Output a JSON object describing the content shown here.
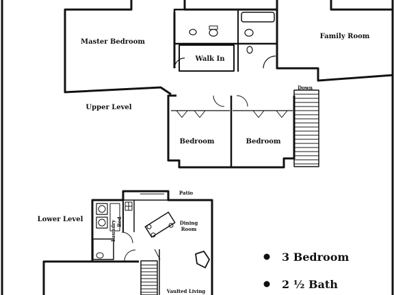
{
  "labels": {
    "master_bedroom": "Master Bedroom",
    "walk_in": "Walk In",
    "family_room": "Family Room",
    "down": "Down",
    "upper_level": "Upper Level",
    "bedroom_1": "Bedroom",
    "bedroom_2": "Bedroom",
    "patio": "Patio",
    "lower_level": "Lower Level",
    "laundry": "Laundry",
    "bed_abbr": "Bed",
    "dining_line1": "Dining",
    "dining_line2": "Room",
    "vaulted_living": "Vaulted Living"
  },
  "features": [
    {
      "text": "3 Bedroom"
    },
    {
      "text": "2 ½  Bath"
    }
  ],
  "colors": {
    "line": "#111111",
    "background": "#ffffff"
  }
}
